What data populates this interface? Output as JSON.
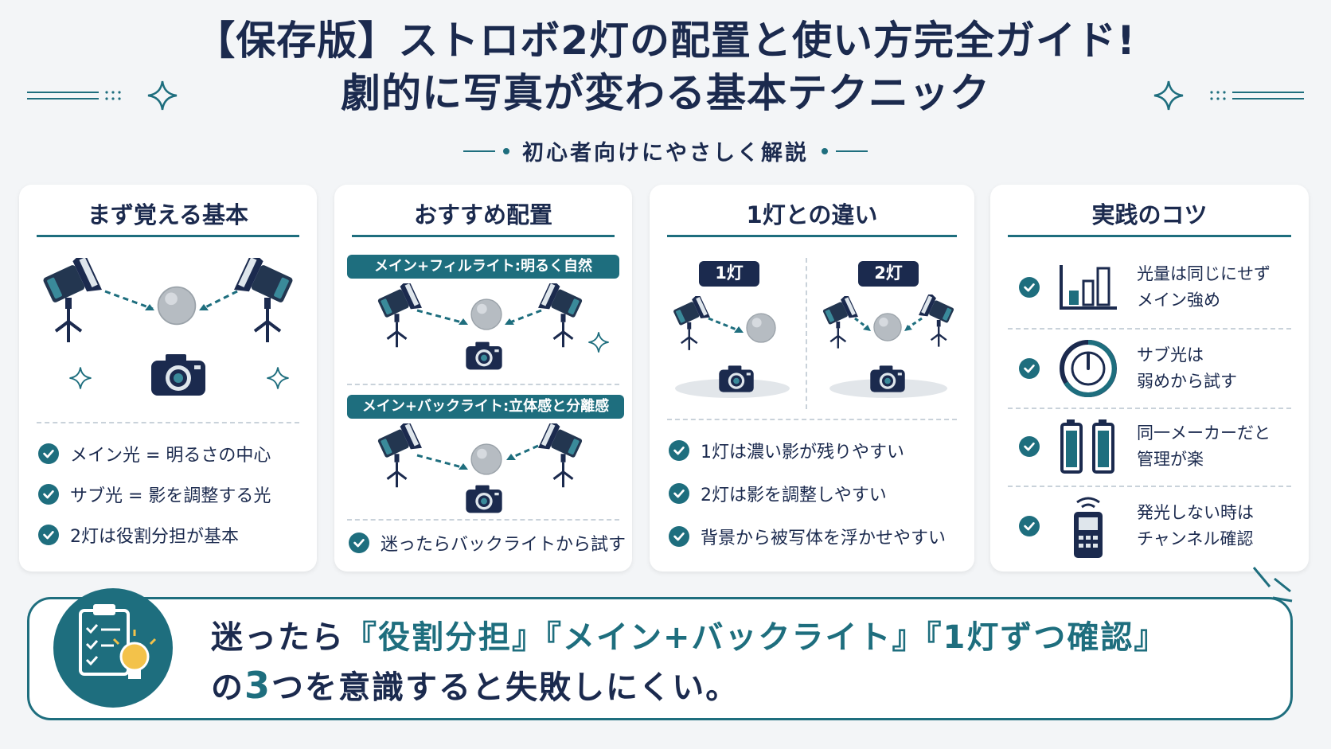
{
  "header": {
    "title_line1": "【保存版】ストロボ2灯の配置と使い方完全ガイド!",
    "title_line2": "劇的に写真が変わる基本テクニック",
    "subtitle": "初心者向けにやさしく解説"
  },
  "cards": [
    {
      "title": "まず覚える基本",
      "bullets": [
        "メイン光 = 明るさの中心",
        "サブ光 = 影を調整する光",
        "2灯は役割分担が基本"
      ]
    },
    {
      "title": "おすすめ配置",
      "setups": [
        "メイン+フィルライト:明るく自然",
        "メイン+バックライト:立体感と分離感"
      ],
      "bullets": [
        "迷ったらバックライトから試す"
      ]
    },
    {
      "title": "1灯との違い",
      "tags": [
        "1灯",
        "2灯"
      ],
      "bullets": [
        "1灯は濃い影が残りやすい",
        "2灯は影を調整しやすい",
        "背景から被写体を浮かせやすい"
      ]
    },
    {
      "title": "実践のコツ",
      "tips": [
        {
          "line1": "光量は同じにせず",
          "line2": "メイン強め",
          "icon": "bar-chart-icon"
        },
        {
          "line1": "サブ光は",
          "line2": "弱めから試す",
          "icon": "dial-icon"
        },
        {
          "line1": "同一メーカーだと",
          "line2": "管理が楽",
          "icon": "battery-icon"
        },
        {
          "line1": "発光しない時は",
          "line2": "チャンネル確認",
          "icon": "remote-trigger-icon"
        }
      ]
    }
  ],
  "bottom": {
    "t1": "迷ったら",
    "t2": "『役割分担』『メイン+バックライト』『1灯ずつ確認』",
    "t3": "の",
    "t4": "3",
    "t5": "つを意識すると失敗しにくい。",
    "icon": "checklist-lightbulb-icon"
  },
  "colors": {
    "navy": "#1b2a4e",
    "teal": "#1e6e7e",
    "background": "#f3f5f7"
  }
}
